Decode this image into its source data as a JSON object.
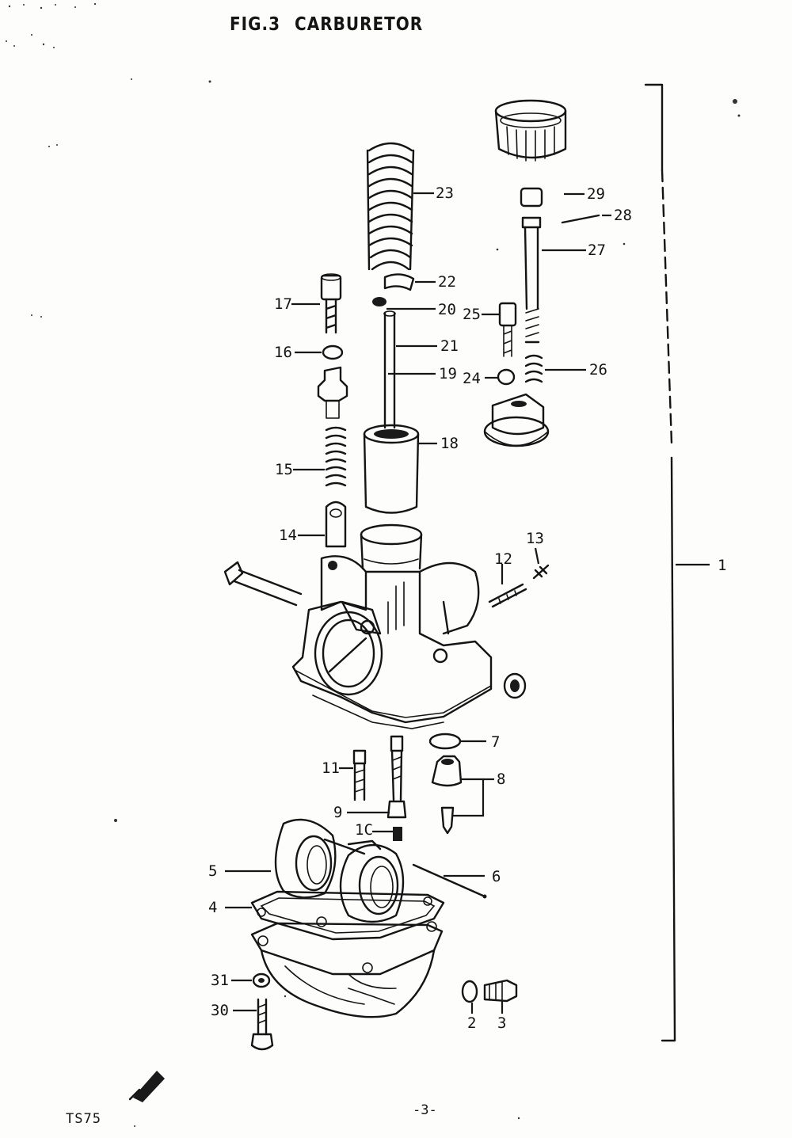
{
  "figure": {
    "fig_label": "FIG.3",
    "title": "CARBURETOR"
  },
  "footer": {
    "model": "TS75",
    "page": "-3-"
  },
  "callouts": {
    "c1": "1",
    "c2": "2",
    "c3": "3",
    "c4": "4",
    "c5": "5",
    "c6": "6",
    "c7": "7",
    "c8": "8",
    "c9": "9",
    "c10": "1C",
    "c11": "11",
    "c12": "12",
    "c13": "13",
    "c14": "14",
    "c15": "15",
    "c16": "16",
    "c17": "17",
    "c18": "18",
    "c19": "19",
    "c20": "20",
    "c21": "21",
    "c22": "22",
    "c23": "23",
    "c24": "24",
    "c25": "25",
    "c26": "26",
    "c27": "27",
    "c28": "28",
    "c29": "29",
    "c30": "30",
    "c31": "31"
  }
}
